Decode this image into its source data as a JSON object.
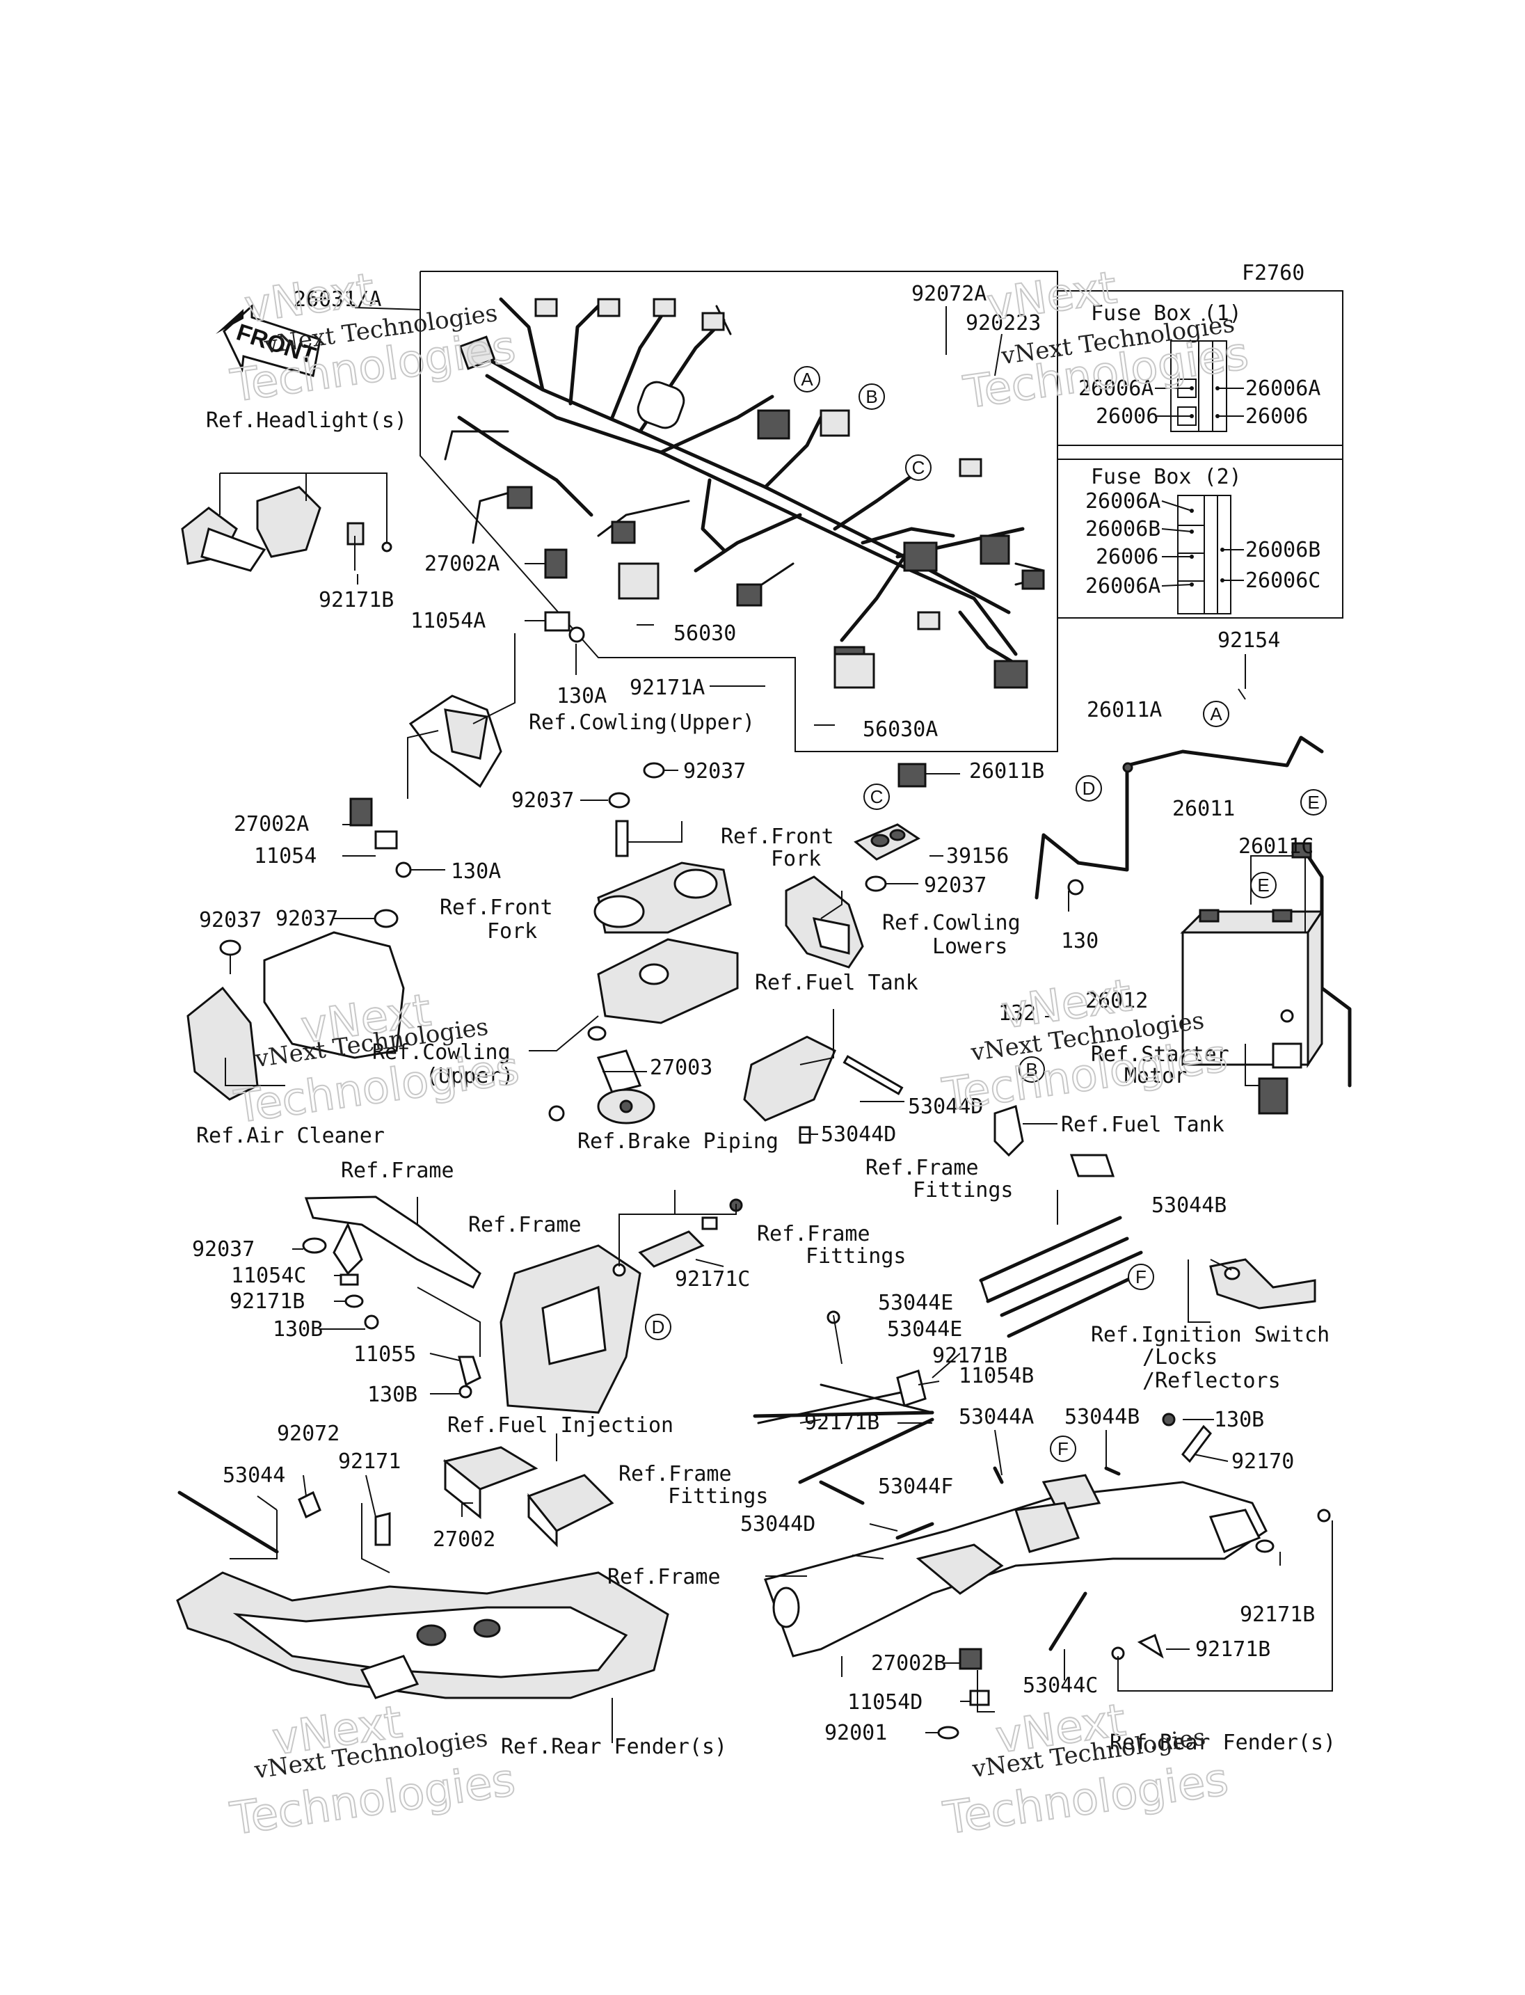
{
  "diagram_code": "F2760",
  "front_arrow": "FRONT",
  "fuse_box_1": {
    "title": "Fuse Box (1)",
    "left": [
      "26006A",
      "26006"
    ],
    "right": [
      "26006A",
      "26006"
    ]
  },
  "fuse_box_2": {
    "title": "Fuse Box (2)",
    "left": [
      "26006A",
      "26006B",
      "26006",
      "26006A"
    ],
    "right": [
      "26006B",
      "26006C"
    ]
  },
  "connectors": [
    "A",
    "B",
    "C",
    "D",
    "E",
    "F"
  ],
  "watermark": {
    "line1": "vNext Technologies",
    "line2": "vNext",
    "line3": "Technologies"
  },
  "labels": {
    "p26031A": "26031/A",
    "p92072A": "92072A",
    "p92023": "920223",
    "refHeadlight": "Ref.Headlight(s)",
    "p92171B_a": "92171B",
    "p27002A_a": "27002A",
    "p11054A": "11054A",
    "p130A_a": "130A",
    "p56030": "56030",
    "p92171A": "92171A",
    "refCowlUpper1": "Ref.Cowling(Upper)",
    "p56030A": "56030A",
    "p92154": "92154",
    "p26011A": "26011A",
    "p26011": "26011",
    "p26011B": "26011B",
    "p92037_a": "92037",
    "p92037_b": "92037",
    "refFrontFork1a": "Ref.Front",
    "refFrontFork1b": "Fork",
    "p39156": "39156",
    "p27002A_b": "27002A",
    "p11054": "11054",
    "p130A_b": "130A",
    "p26011C": "26011C",
    "p92037_c": "92037",
    "p92037_d": "92037",
    "refFrontFork2a": "Ref.Front",
    "refFrontFork2b": "Fork",
    "p92037_e": "92037",
    "refCowlLowers1": "Ref.Cowling",
    "refCowlLowers2": "Lowers",
    "p130": "130",
    "p26012": "26012",
    "refFuelTank1": "Ref.Fuel Tank",
    "p132": "132",
    "refStarter1": "Ref.Starter",
    "refStarter2": "Motor",
    "refCowlUpper2a": "Ref.Cowling",
    "refCowlUpper2b": "(Upper)",
    "p27003": "27003",
    "p53044D_a": "53044D",
    "p53044D_b": "53044D",
    "refFuelTank2": "Ref.Fuel Tank",
    "refAirCleaner": "Ref.Air Cleaner",
    "refBrakePiping": "Ref.Brake Piping",
    "refFrameFit1a": "Ref.Frame",
    "refFrameFit1b": "Fittings",
    "refFrame1": "Ref.Frame",
    "refFrame2": "Ref.Frame",
    "p53044B_a": "53044B",
    "p92037_f": "92037",
    "p11054C": "11054C",
    "p92171C": "92171C",
    "refFrameFit2a": "Ref.Frame",
    "refFrameFit2b": "Fittings",
    "p92171B_b": "92171B",
    "p130B_a": "130B",
    "p53044E_a": "53044E",
    "p53044E_b": "53044E",
    "refIgnition1": "Ref.Ignition Switch",
    "refIgnition2": "/Locks",
    "refIgnition3": "/Reflectors",
    "p11055": "11055",
    "p92171B_c": "92171B",
    "p11054B": "11054B",
    "p130B_b": "130B",
    "p53044A": "53044A",
    "p53044B_b": "53044B",
    "p130B_c": "130B",
    "refFuelInj": "Ref.Fuel Injection",
    "p92072": "92072",
    "p92171B_d": "92171B",
    "p92170": "92170",
    "p53044": "53044",
    "p92171": "92171",
    "refFrameFit3a": "Ref.Frame",
    "refFrameFit3b": "Fittings",
    "p53044F": "53044F",
    "p27002": "27002",
    "p53044D_c": "53044D",
    "refFrame3": "Ref.Frame",
    "p92171B_e": "92171B",
    "p92171B_f": "92171B",
    "p27002B": "27002B",
    "p53044C": "53044C",
    "p11054D": "11054D",
    "p92001": "92001",
    "refRearFender1": "Ref.Rear Fender(s)",
    "refRearFender2": "Ref.Rear Fender(s)"
  }
}
